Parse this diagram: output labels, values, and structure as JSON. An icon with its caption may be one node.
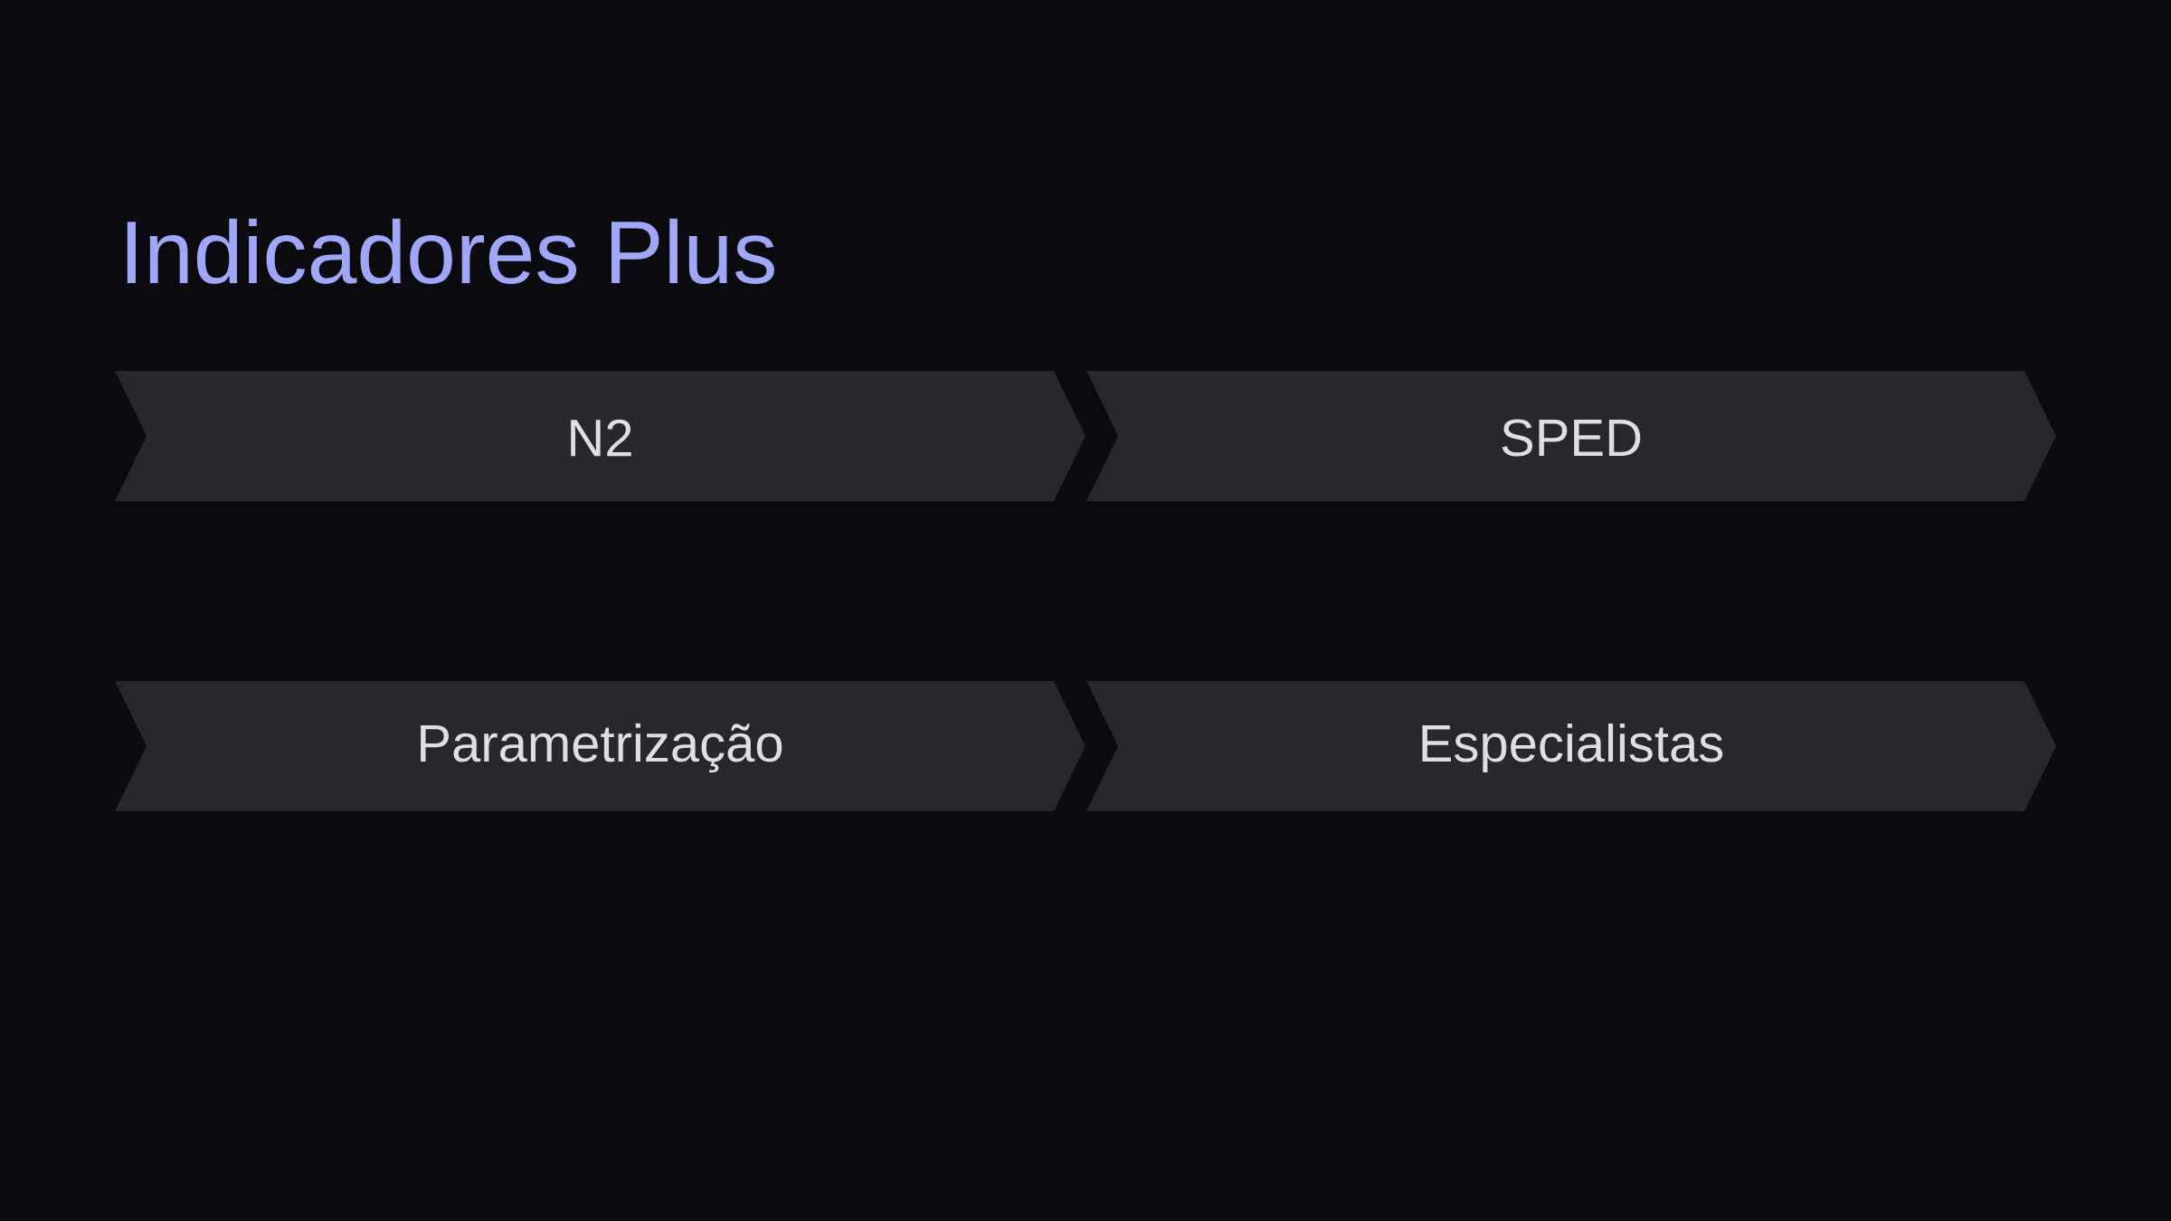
{
  "diagram": {
    "title": "Indicadores Plus",
    "nodes": [
      {
        "text": [
          "N2"
        ]
      },
      {
        "text": [
          "SPED"
        ]
      },
      {
        "text": [
          "Parametrização"
        ]
      },
      {
        "text": [
          "Especialistas"
        ]
      }
    ]
  }
}
